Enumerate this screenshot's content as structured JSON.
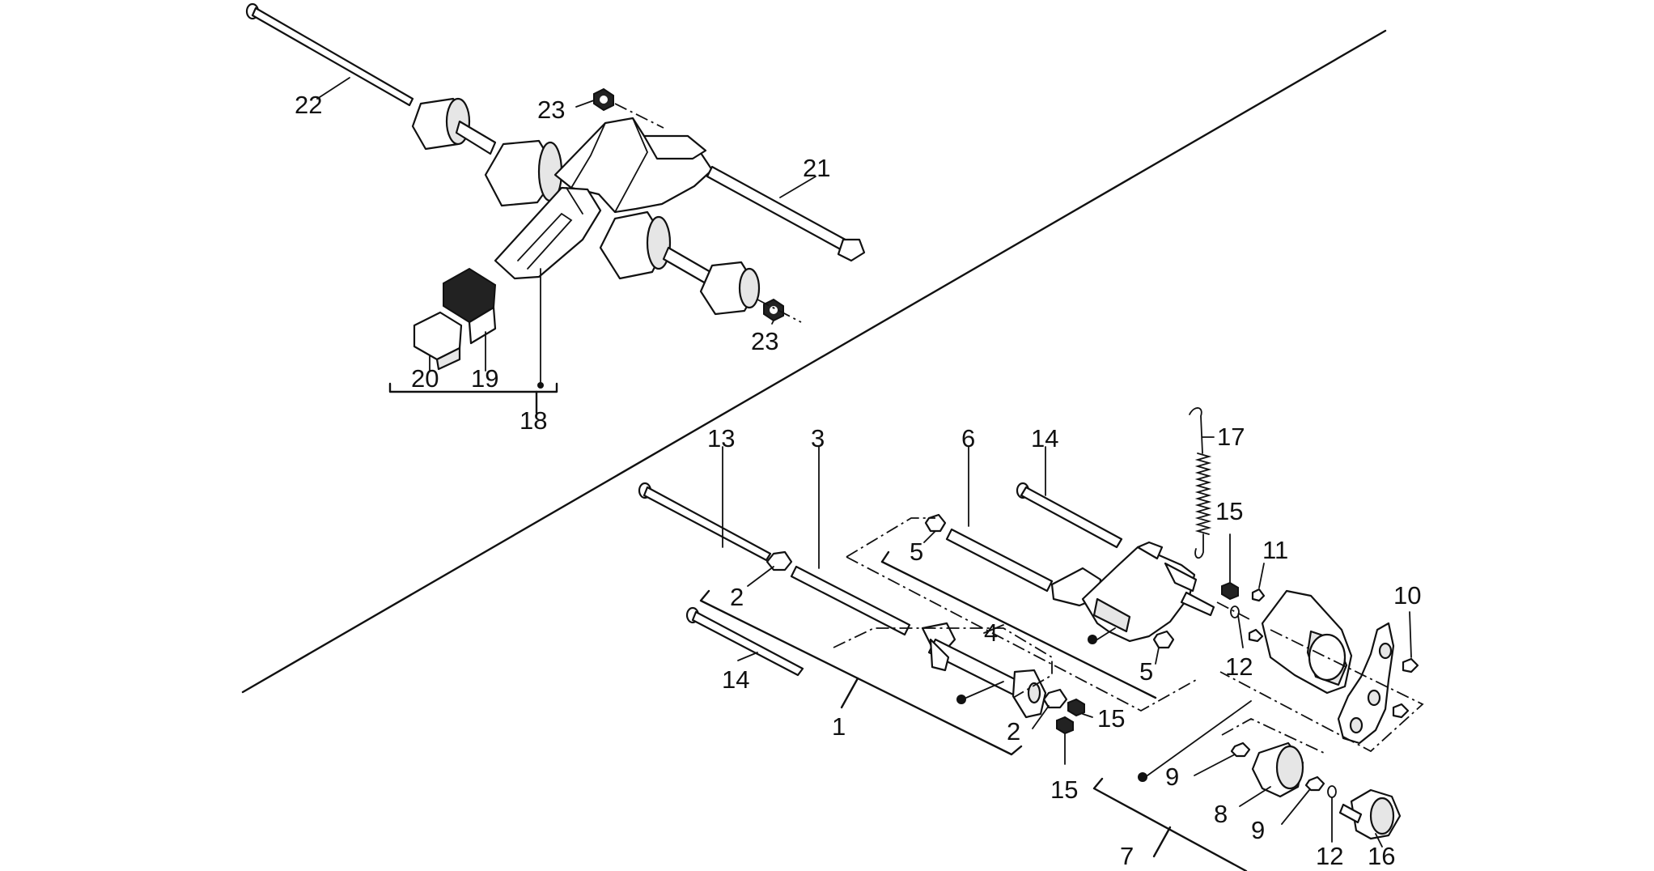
{
  "callouts": [
    {
      "id": "c22",
      "label": "22"
    },
    {
      "id": "c23a",
      "label": "23"
    },
    {
      "id": "c21",
      "label": "21"
    },
    {
      "id": "c23b",
      "label": "23"
    },
    {
      "id": "c20",
      "label": "20"
    },
    {
      "id": "c19",
      "label": "19"
    },
    {
      "id": "c18",
      "label": "18"
    },
    {
      "id": "c13",
      "label": "13"
    },
    {
      "id": "c3",
      "label": "3"
    },
    {
      "id": "c6",
      "label": "6"
    },
    {
      "id": "c14a",
      "label": "14"
    },
    {
      "id": "c17",
      "label": "17"
    },
    {
      "id": "c15a",
      "label": "15"
    },
    {
      "id": "c11",
      "label": "11"
    },
    {
      "id": "c10",
      "label": "10"
    },
    {
      "id": "c5a",
      "label": "5"
    },
    {
      "id": "c2a",
      "label": "2"
    },
    {
      "id": "c4",
      "label": "4"
    },
    {
      "id": "c5b",
      "label": "5"
    },
    {
      "id": "c12a",
      "label": "12"
    },
    {
      "id": "c14b",
      "label": "14"
    },
    {
      "id": "c1",
      "label": "1"
    },
    {
      "id": "c15b",
      "label": "15"
    },
    {
      "id": "c2b",
      "label": "2"
    },
    {
      "id": "c15c",
      "label": "15"
    },
    {
      "id": "c9a",
      "label": "9"
    },
    {
      "id": "c8",
      "label": "8"
    },
    {
      "id": "c9b",
      "label": "9"
    },
    {
      "id": "c12b",
      "label": "12"
    },
    {
      "id": "c16",
      "label": "16"
    },
    {
      "id": "c7",
      "label": "7"
    }
  ]
}
